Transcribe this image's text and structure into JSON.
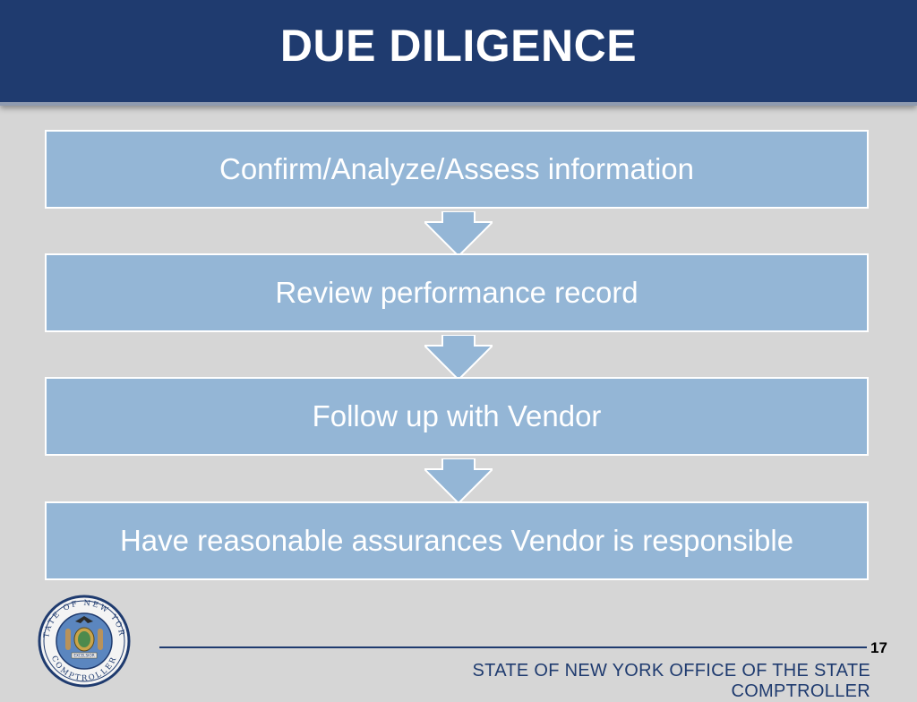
{
  "slide": {
    "title": "DUE DILIGENCE",
    "page_number": "17",
    "footer_text": "STATE OF NEW YORK OFFICE OF THE STATE COMPTROLLER"
  },
  "steps": [
    {
      "label": "Confirm/Analyze/Assess information"
    },
    {
      "label": "Review performance record"
    },
    {
      "label": "Follow up with Vendor"
    },
    {
      "label": "Have reasonable assurances Vendor is responsible"
    }
  ],
  "seal": {
    "top_text": "STATE OF NEW YORK",
    "bottom_text": "COMPTROLLER",
    "motto": "EXCELSIOR"
  },
  "colors": {
    "header": "#1f3b6f",
    "step_fill": "#94b6d6",
    "background": "#d6d6d6"
  },
  "icons": {
    "arrows": "chevron-down-arrow",
    "seal": "ny-state-seal"
  }
}
